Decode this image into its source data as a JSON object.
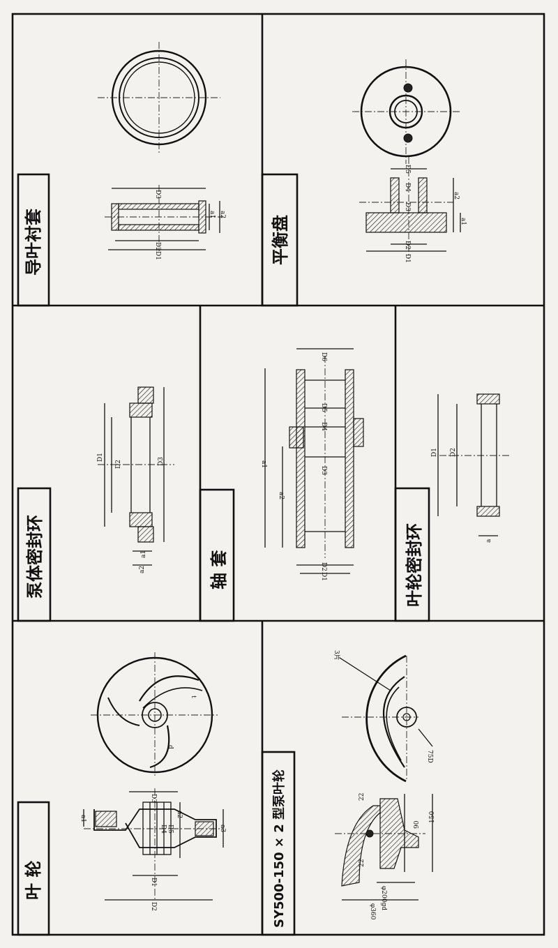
{
  "panels": {
    "impeller": {
      "title": "叶 轮",
      "dims": {
        "a1": "a1",
        "a2": "a2",
        "a3": "a3",
        "D1": "D1",
        "D2": "D2",
        "Da": "D3",
        "Db": "D4",
        "Dc": "D5",
        "d": "d",
        "t": "t"
      }
    },
    "pump_seal_ring": {
      "title": "泵体密封环",
      "dims": {
        "D1": "D1",
        "D2": "D2",
        "D3": "D3",
        "a1": "a1",
        "a2": "a2"
      }
    },
    "guide_vane_bush": {
      "title": "导叶衬套",
      "dims": {
        "D1": "D1",
        "D2": "D2",
        "D3": "D3",
        "a1": "a1",
        "a2": "a2"
      }
    },
    "shaft_sleeve": {
      "title": "轴  套",
      "dims": {
        "a1": "a1",
        "a2": "a2",
        "D1": "D1",
        "D2": "D2",
        "D3": "D3",
        "D4": "D4",
        "D5": "D5",
        "D6": "D6"
      }
    },
    "balance_disc": {
      "title": "平衡盘",
      "dims": {
        "D1": "D1",
        "D2": "D2",
        "D3": "D3",
        "D4": "D4",
        "D5": "D5",
        "a1": "a1",
        "a2": "a2"
      }
    },
    "impeller_seal_ring": {
      "title": "叶轮密封环",
      "dims": {
        "D1": "D1",
        "D2": "D2",
        "a": "a"
      }
    },
    "sy_impeller": {
      "title": "SY500-150 × 2 型泵叶轮",
      "dims": {
        "d1": "φ360",
        "d2": "φ200gd",
        "h1": "150",
        "h2": "90",
        "t1": "22",
        "t2": "22",
        "blades": "3片",
        "hole": "75D"
      }
    }
  }
}
